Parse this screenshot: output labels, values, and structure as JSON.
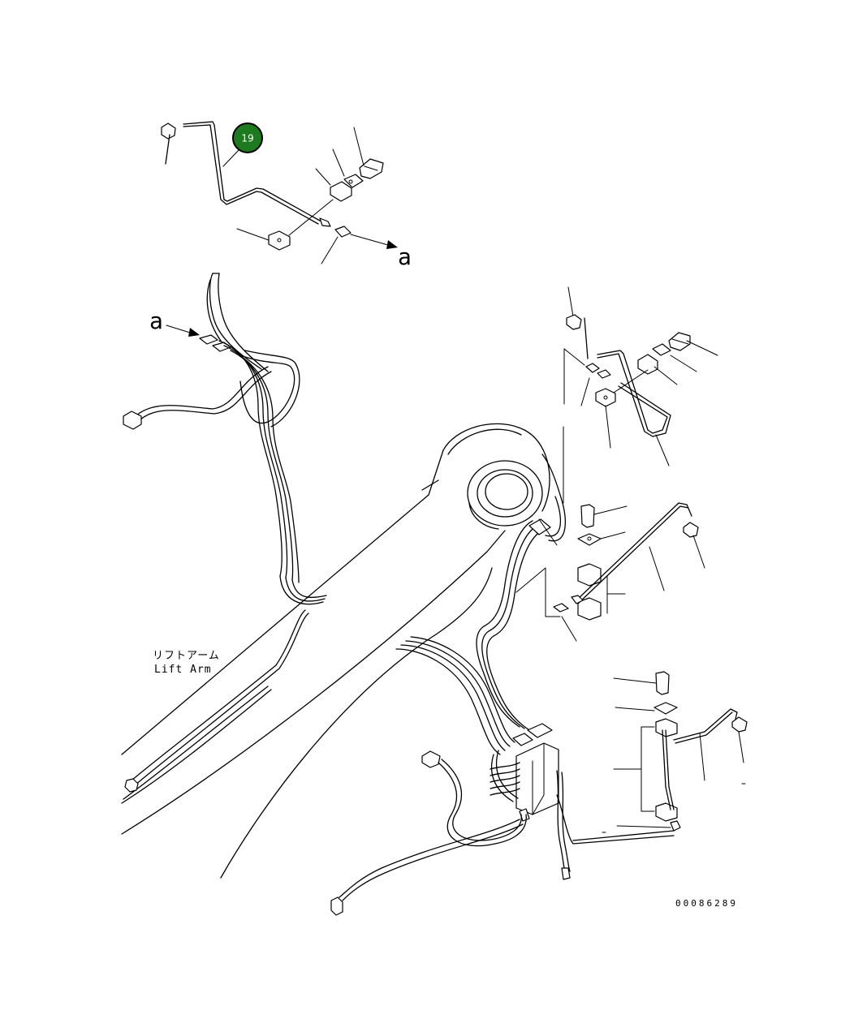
{
  "callouts": [
    {
      "number": "19",
      "fill": "#1e7a1e"
    }
  ],
  "labels": {
    "connector_a_right": "a",
    "connector_a_left": "a",
    "part_name_jp": "リフトアーム",
    "part_name_en": "Lift Arm",
    "drawing_number": "00086289"
  }
}
